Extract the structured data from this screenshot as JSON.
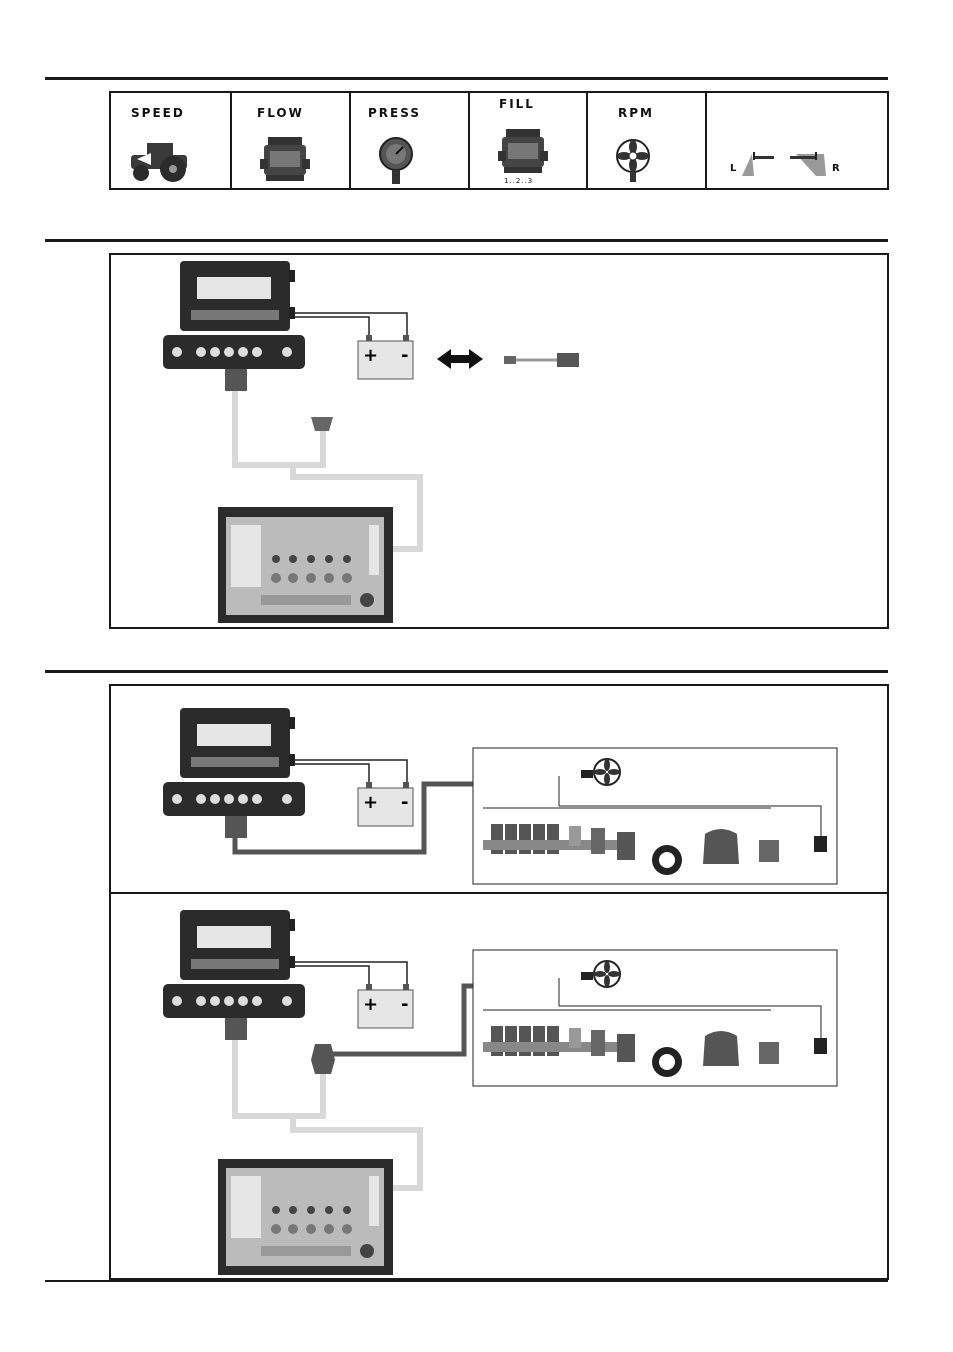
{
  "sensor_strip": {
    "cells": [
      {
        "label": "SPEED",
        "icon": "tractor-icon"
      },
      {
        "label": "FLOW",
        "icon": "flowmeter-icon"
      },
      {
        "label": "PRESS",
        "icon": "pressure-gauge-icon"
      },
      {
        "label": "FILL",
        "icon": "fill-flowmeter-icon",
        "sublabel": "1..2..3"
      },
      {
        "label": "RPM",
        "icon": "fan-icon"
      },
      {
        "label": "",
        "icon": "boom-sections-icon",
        "left_label": "L",
        "right_label": "R"
      }
    ]
  },
  "diagram_1": {
    "battery": {
      "plus": "+",
      "minus": "-"
    },
    "arrow_icon": "double-arrow-icon",
    "cable_icon": "power-cable-icon"
  },
  "diagram_2": {
    "battery": {
      "plus": "+",
      "minus": "-"
    }
  },
  "diagram_3": {
    "battery": {
      "plus": "+",
      "minus": "-"
    }
  },
  "colors": {
    "ink": "#1a1a1a",
    "cable_dark": "#555555",
    "cable_light": "#d9d9d9",
    "panel": "#2b2b2b",
    "battery": "#e6e6e6"
  }
}
